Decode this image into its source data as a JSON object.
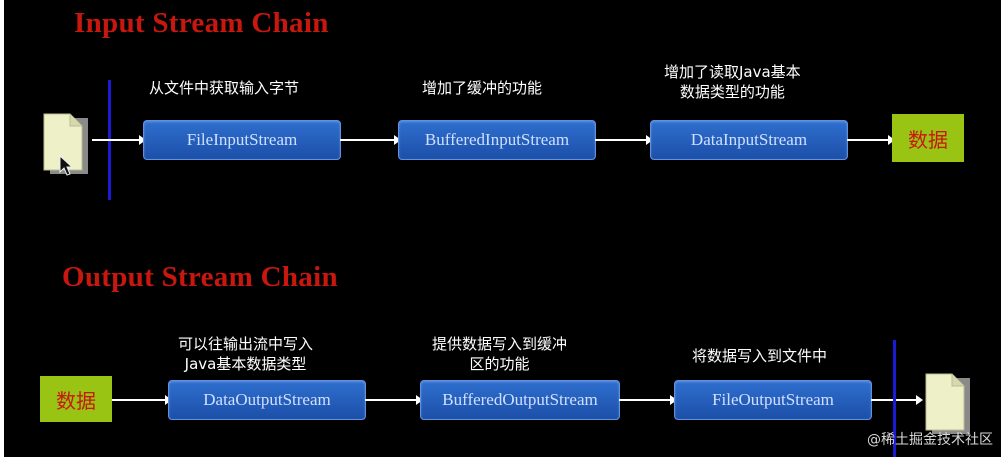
{
  "input_chain": {
    "title": "Input Stream Chain",
    "steps": [
      {
        "box": "FileInputStream",
        "desc": "从文件中获取输入字节"
      },
      {
        "box": "BufferedInputStream",
        "desc": "增加了缓冲的功能"
      },
      {
        "box": "DataInputStream",
        "desc": "增加了读取Java基本\n数据类型的功能"
      }
    ],
    "target": "数据"
  },
  "output_chain": {
    "title": "Output Stream Chain",
    "source": "数据",
    "steps": [
      {
        "box": "DataOutputStream",
        "desc": "可以往输出流中写入\nJava基本数据类型"
      },
      {
        "box": "BufferedOutputStream",
        "desc": "提供数据写入到缓冲\n区的功能"
      },
      {
        "box": "FileOutputStream",
        "desc": "将数据写入到文件中"
      }
    ]
  },
  "watermark": "@稀土掘金技术社区",
  "colors": {
    "title_red": "#c8170e",
    "box_blue": "#1c4fa8",
    "data_green": "#9ac414",
    "bar_blue": "#1b1bd6"
  }
}
